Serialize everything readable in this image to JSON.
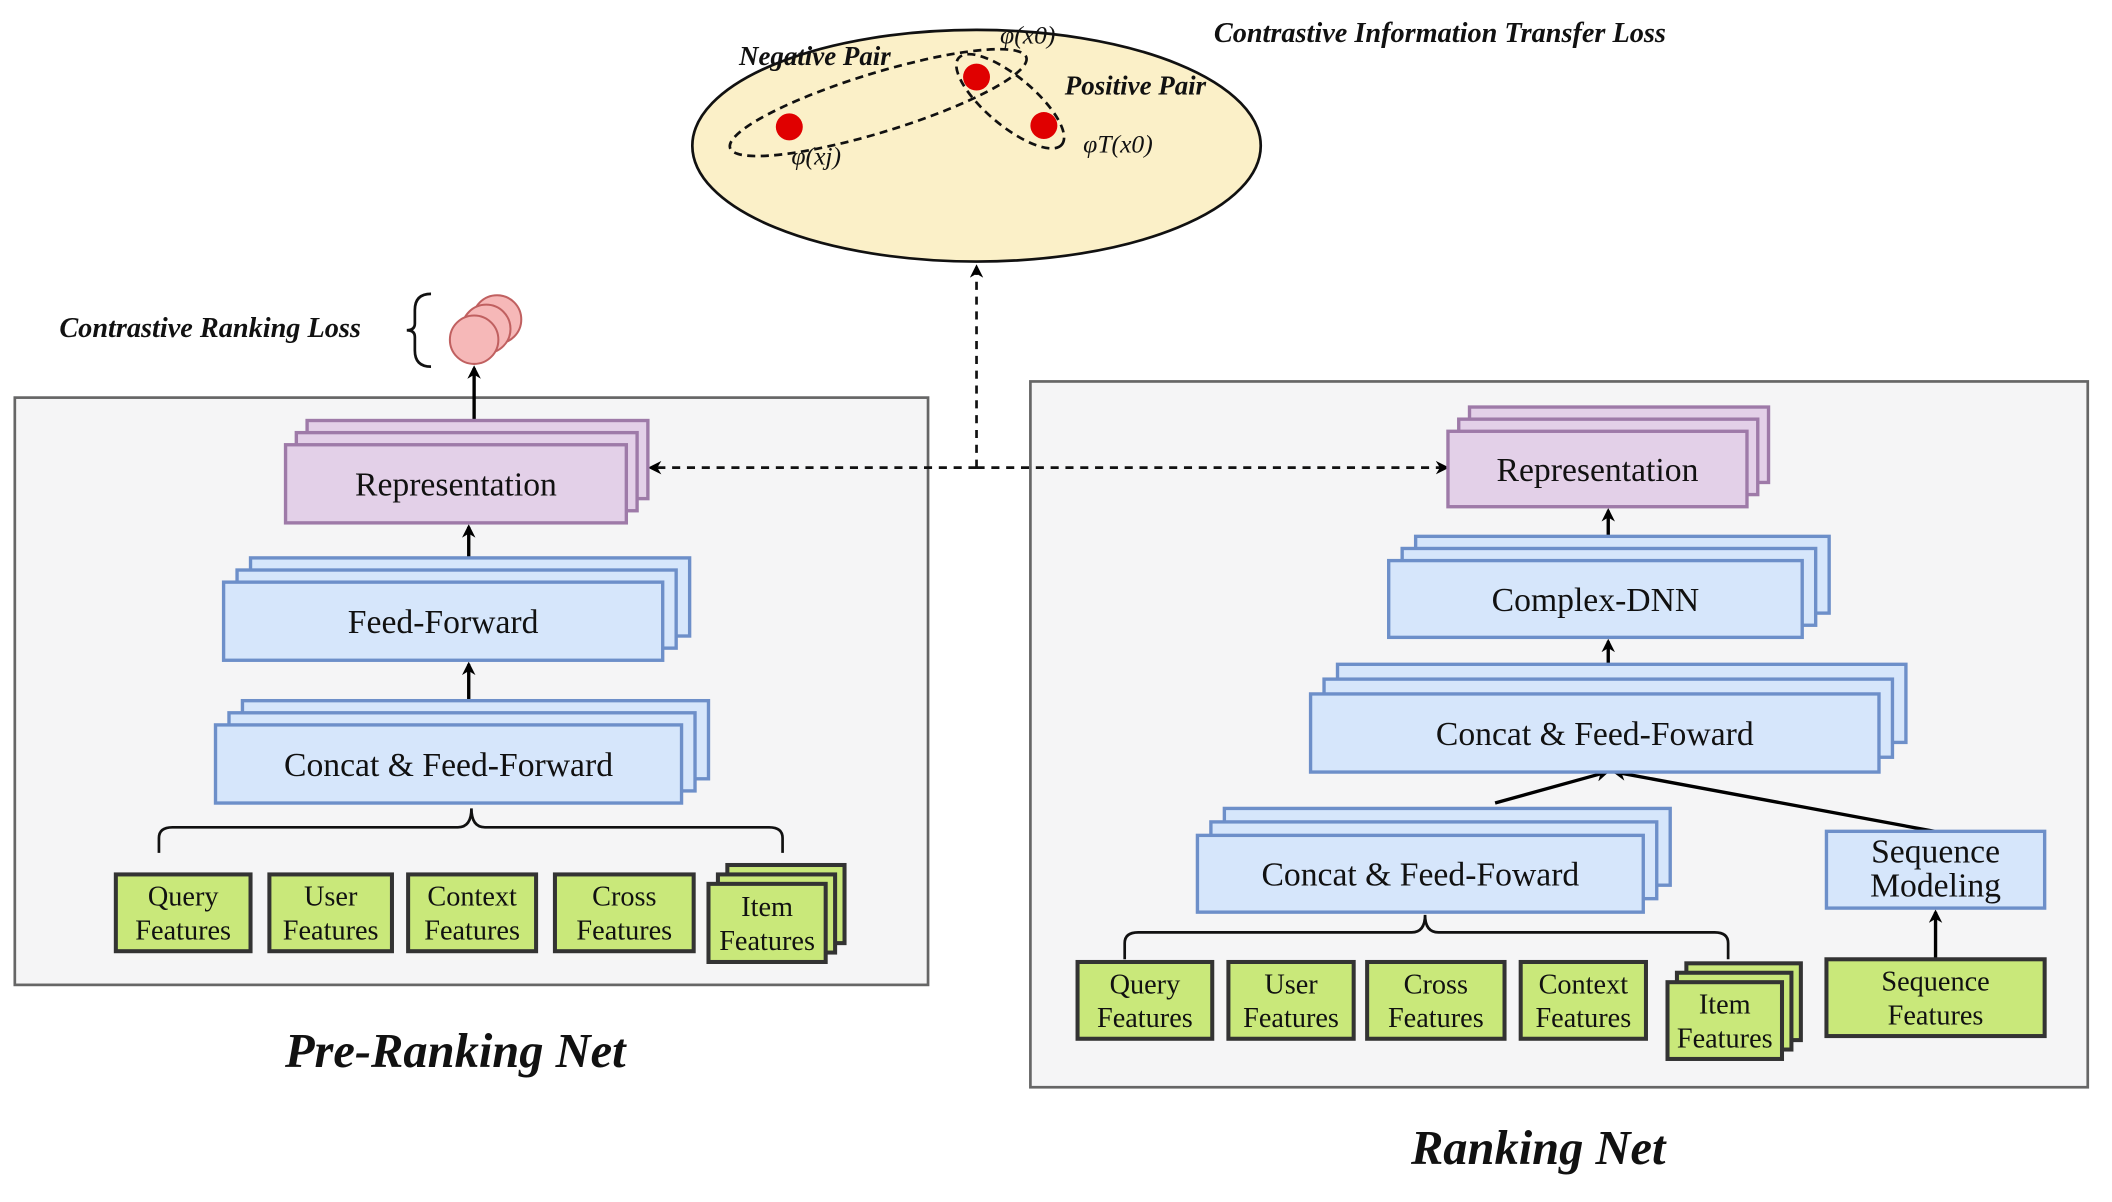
{
  "contrastive_transfer": {
    "title": "Contrastive Information Transfer Loss",
    "negative_pair": "Negative Pair",
    "positive_pair": "Positive Pair",
    "phi_x0": "φ(x0)",
    "phi_xj": "φ(xj)",
    "phiT_x0": "φT(x0)"
  },
  "pre_ranking": {
    "title": "Pre-Ranking Net",
    "loss_label": "Contrastive Ranking Loss",
    "representation": "Representation",
    "feed_forward": "Feed-Forward",
    "concat": "Concat & Feed-Forward",
    "features": [
      [
        "Query",
        "Features"
      ],
      [
        "User",
        "Features"
      ],
      [
        "Context",
        "Features"
      ],
      [
        "Cross",
        "Features"
      ],
      [
        "Item",
        "Features"
      ]
    ]
  },
  "ranking": {
    "title": "Ranking Net",
    "representation": "Representation",
    "complex_dnn": "Complex-DNN",
    "concat_top": "Concat & Feed-Foward",
    "concat_bottom": "Concat & Feed-Foward",
    "sequence_modeling": [
      "Sequence",
      "Modeling"
    ],
    "features": [
      [
        "Query",
        "Features"
      ],
      [
        "User",
        "Features"
      ],
      [
        "Cross",
        "Features"
      ],
      [
        "Context",
        "Features"
      ],
      [
        "Item",
        "Features"
      ]
    ],
    "sequence_features": [
      "Sequence",
      "Features"
    ]
  },
  "colors": {
    "purple_fill": "#e3d0e8",
    "purple_stroke": "#9e7aa8",
    "blue_fill": "#d6e6fb",
    "blue_stroke": "#6d8fc9",
    "green_fill": "#c9e87a",
    "green_stroke": "#333333",
    "panel_fill": "#f5f5f6",
    "panel_stroke": "#666666",
    "ellipse_fill": "#fbf0c8",
    "dot": "#e00000",
    "loss_circle": "#f6b8b8"
  }
}
